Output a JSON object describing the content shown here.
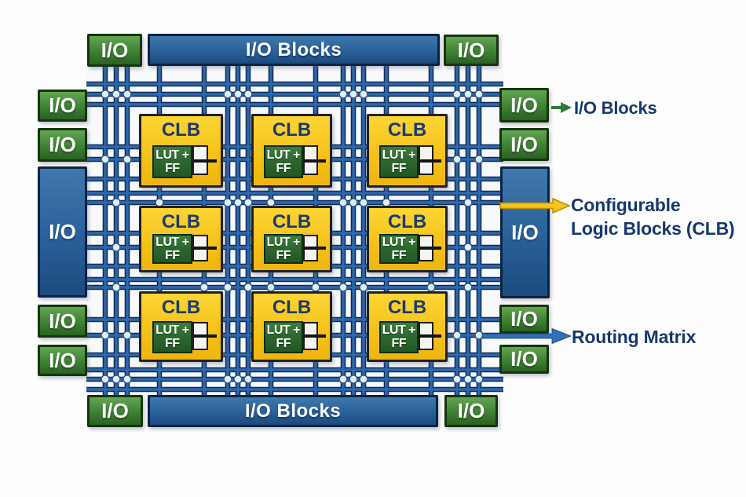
{
  "colors": {
    "io_block_green": "#3f8134",
    "io_block_blue": "#2a609a",
    "clb_yellow": "#f6c41d",
    "lut_ff_green": "#2c672e",
    "routing_line_blue": "#2e67ab",
    "routing_line_dark": "#0e2f57",
    "annotation_text_navy": "#17386e",
    "arrow_green": "#2c7a33",
    "arrow_yellow": "#f5c41d",
    "arrow_blue": "#2f6fba"
  },
  "edges": {
    "top": {
      "left_io": "I/O",
      "bar": "I/O Blocks",
      "right_io": "I/O"
    },
    "bottom": {
      "left_io": "I/O",
      "bar": "I/O Blocks",
      "right_io": "I/O"
    },
    "left": {
      "items": [
        {
          "label": "I/O"
        },
        {
          "label": "I/O"
        },
        {
          "label": "I/O"
        },
        {
          "label": "I/O"
        },
        {
          "label": "I/O"
        }
      ]
    },
    "right": {
      "items": [
        {
          "label": "I/O"
        },
        {
          "label": "I/O"
        },
        {
          "label": "I/O"
        },
        {
          "label": "I/O"
        },
        {
          "label": "I/O"
        }
      ]
    }
  },
  "clb_grid": {
    "rows": 3,
    "cols": 3,
    "block_label": "CLB",
    "lut_ff_line1": "LUT +",
    "lut_ff_line2": "FF"
  },
  "annotations": {
    "io_blocks": {
      "label": "I/O Blocks"
    },
    "clb": {
      "line1": "Configurable",
      "line2": "Logic Blocks (CLB)"
    },
    "routing": {
      "label": "Routing Matrix"
    }
  }
}
